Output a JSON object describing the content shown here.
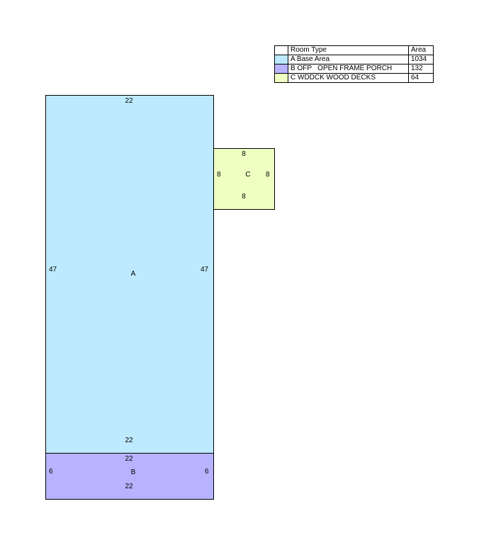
{
  "legend": {
    "header": {
      "type": "Room Type",
      "area": "Area"
    },
    "rows": [
      {
        "name": "A Base Area",
        "area": "1034",
        "color": "#bdeaff"
      },
      {
        "name": "B OFP   OPEN FRAME PORCH",
        "area": "132",
        "color": "#b7b3ff"
      },
      {
        "name": "C WDDCK WOOD DECKS",
        "area": "64",
        "color": "#eeffc2"
      }
    ]
  },
  "rooms": {
    "a": {
      "letter": "A",
      "color": "#bdeaff",
      "dims": {
        "top": "22",
        "bottom": "22",
        "left": "47",
        "right": "47"
      }
    },
    "b": {
      "letter": "B",
      "color": "#b7b3ff",
      "dims": {
        "top": "22",
        "bottom": "22",
        "left": "6",
        "right": "6"
      }
    },
    "c": {
      "letter": "C",
      "color": "#eeffc2",
      "dims": {
        "top": "8",
        "bottom": "8",
        "left": "8",
        "right": "8"
      }
    }
  }
}
